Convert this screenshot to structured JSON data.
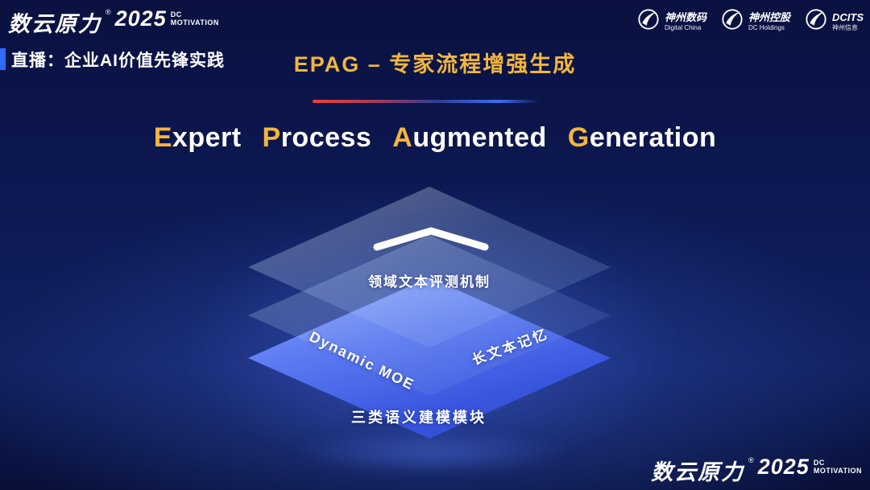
{
  "colors": {
    "accent_gold": "#f2b63c",
    "background_navy": "#0d1a55",
    "layer_blue": "#3a57e0",
    "live_bar_blue": "#2f6bff",
    "divider_red": "#ef4136",
    "divider_blue": "#3f6df0",
    "glass_layer": "rgba(200,220,255,0.25)"
  },
  "brand": {
    "name": "数云原力",
    "reg": "®",
    "year": "2025",
    "tag_line1": "DC",
    "tag_line2": "MOTIVATION"
  },
  "header": {
    "live_label": "直播：企业AI价值先锋实践",
    "page_title": "EPAG – 专家流程增强生成"
  },
  "partners": [
    {
      "name": "神州数码",
      "sub": "Digital China"
    },
    {
      "name": "神州控股",
      "sub": "DC Holdings"
    },
    {
      "name": "DCITS",
      "sub": "神州信息"
    }
  ],
  "heading": {
    "words": [
      {
        "initial": "E",
        "rest": "xpert"
      },
      {
        "initial": "P",
        "rest": "rocess"
      },
      {
        "initial": "A",
        "rest": "ugmented"
      },
      {
        "initial": "G",
        "rest": "eneration"
      }
    ]
  },
  "diagram": {
    "top_layer_label": "领域文本评测机制",
    "middle_layer_left_label": "Dynamic MOE",
    "middle_layer_right_label": "长文本记忆",
    "bottom_layer_label": "三类语义建模模块"
  }
}
